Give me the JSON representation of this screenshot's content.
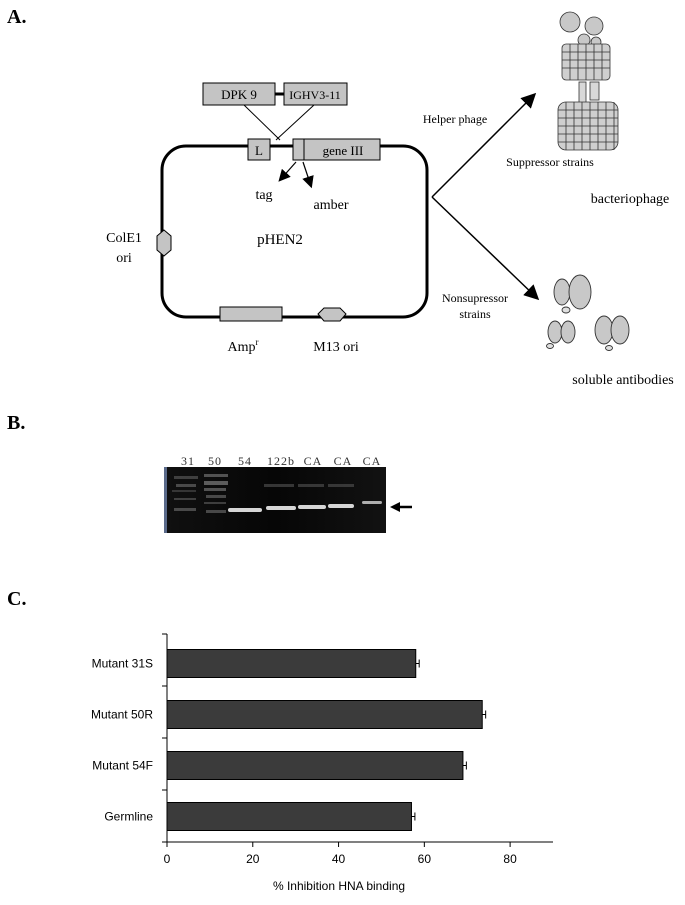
{
  "panels": {
    "a": "A.",
    "b": "B.",
    "c": "C."
  },
  "panel_a": {
    "box_dpk9": "DPK 9",
    "box_ighv": "IGHV3-11",
    "box_l": "L",
    "box_gene3": "gene III",
    "tag": "tag",
    "amber": "amber",
    "plasmid": "pHEN2",
    "cole1_line1": "ColE1",
    "cole1_line2": "ori",
    "amp": "Amp",
    "amp_sup": "r",
    "m13": "M13 ori",
    "helper_phage": "Helper phage",
    "suppressor": "Suppressor strains",
    "bacteriophage": "bacteriophage",
    "nonsup_line1": "Nonsupressor",
    "nonsup_line2": "strains",
    "soluble": "soluble antibodies"
  },
  "panel_b": {
    "lanes": [
      "31",
      "50",
      "54",
      "122b",
      "CA",
      "CA",
      "CA"
    ]
  },
  "chart_data": {
    "type": "bar",
    "orientation": "horizontal",
    "categories": [
      "Mutant 31S",
      "Mutant 50R",
      "Mutant 54F",
      "Germline"
    ],
    "values": [
      58,
      73.5,
      69,
      57
    ],
    "errors": [
      0.8,
      0.8,
      0.8,
      0.8
    ],
    "xlabel": "% Inhibition HNA binding",
    "xlim": [
      0,
      90
    ],
    "xticks": [
      0,
      20,
      40,
      60,
      80
    ],
    "bar_color": "#3b3b3b"
  }
}
